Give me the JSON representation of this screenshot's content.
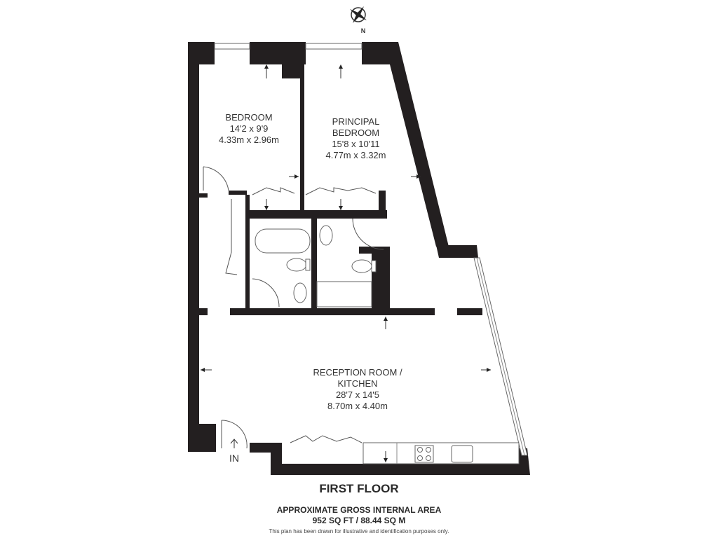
{
  "compass": {
    "icon": "compass-rose-icon",
    "direction_label": "N"
  },
  "rooms": [
    {
      "name": "BEDROOM",
      "imperial": "14'2 x 9'9",
      "metric": "4.33m x 2.96m"
    },
    {
      "name_line1": "PRINCIPAL",
      "name_line2": "BEDROOM",
      "imperial": "15'8 x 10'11",
      "metric": "4.77m x 3.32m"
    },
    {
      "name_line1": "RECEPTION ROOM /",
      "name_line2": "KITCHEN",
      "imperial": "28'7 x 14'5",
      "metric": "8.70m x 4.40m"
    }
  ],
  "entrance": {
    "label": "IN"
  },
  "footer": {
    "floor_title": "FIRST FLOOR",
    "area_heading": "APPROXIMATE GROSS INTERNAL AREA",
    "area_value": "952 SQ FT / 88.44 SQ M",
    "disclaimer": "This plan has been drawn for illustrative and identification purposes only."
  }
}
